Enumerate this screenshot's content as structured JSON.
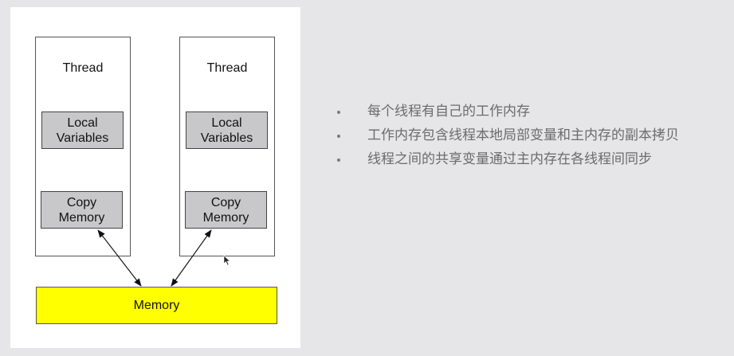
{
  "diagram": {
    "threads": [
      {
        "title": "Thread",
        "local_variables": {
          "line1": "Local",
          "line2": "Variables"
        },
        "copy_memory": {
          "line1": "Copy",
          "line2": "Memory"
        }
      },
      {
        "title": "Thread",
        "local_variables": {
          "line1": "Local",
          "line2": "Variables"
        },
        "copy_memory": {
          "line1": "Copy",
          "line2": "Memory"
        }
      }
    ],
    "main_memory": "Memory",
    "colors": {
      "memory_fill": "#ffff00",
      "box_fill": "#c8c8ca",
      "panel_bg": "#ffffff",
      "page_bg": "#e6e5e7"
    },
    "edges": [
      {
        "from": "threads.0.copy_memory",
        "to": "main_memory",
        "type": "bidirectional-arrow"
      },
      {
        "from": "threads.1.copy_memory",
        "to": "main_memory",
        "type": "bidirectional-arrow"
      }
    ]
  },
  "bullets": [
    "每个线程有自己的工作内存",
    "工作内存包含线程本地局部变量和主内存的副本拷贝",
    "线程之间的共享变量通过主内存在各线程间同步"
  ]
}
